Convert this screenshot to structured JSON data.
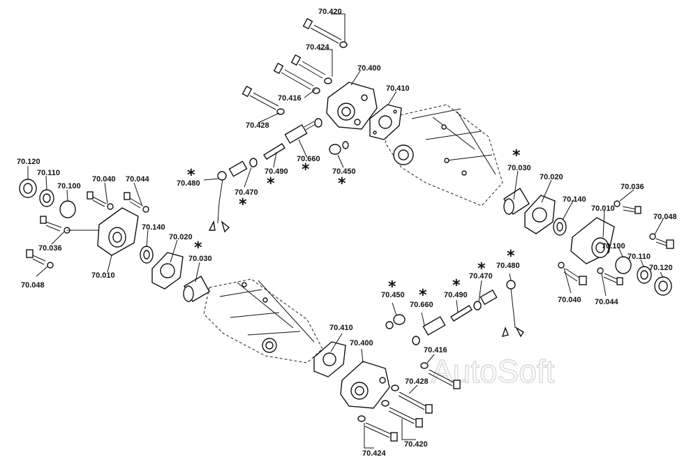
{
  "labels": {
    "l_70420_top": "70.420",
    "l_70424_top": "70.424",
    "l_70400_top": "70.400",
    "l_70410_top": "70.410",
    "l_70416_top": "70.416",
    "l_70428_top": "70.428",
    "l_70660_top": "70.660",
    "l_70490_top": "70.490",
    "l_70450_top": "70.450",
    "l_70480_top": "70.480",
    "l_70470_top": "70.470",
    "l_70030_right": "70.030",
    "l_70020_right": "70.020",
    "l_70036_right": "70.036",
    "l_70140_right": "70.140",
    "l_70010_right": "70.010",
    "l_70048_right": "70.048",
    "l_70100_right": "70.100",
    "l_70110_right": "70.110",
    "l_70120_right": "70.120",
    "l_70040_right": "70.040",
    "l_70044_right": "70.044",
    "l_70120_left": "70.120",
    "l_70110_left": "70.110",
    "l_70100_left": "70.100",
    "l_70040_left": "70.040",
    "l_70044_left": "70.044",
    "l_70036_left": "70.036",
    "l_70140_left": "70.140",
    "l_70020_left": "70.020",
    "l_70030_left": "70.030",
    "l_70048_left": "70.048",
    "l_70010_left": "70.010",
    "l_70450_bot": "70.450",
    "l_70660_bot": "70.660",
    "l_70490_bot": "70.490",
    "l_70470_bot": "70.470",
    "l_70480_bot": "70.480",
    "l_70410_bot": "70.410",
    "l_70400_bot": "70.400",
    "l_70416_bot": "70.416",
    "l_70428_bot": "70.428",
    "l_70420_bot": "70.420",
    "l_70424_bot": "70.424"
  },
  "asterisk": "*",
  "watermark": "AutoSoft"
}
